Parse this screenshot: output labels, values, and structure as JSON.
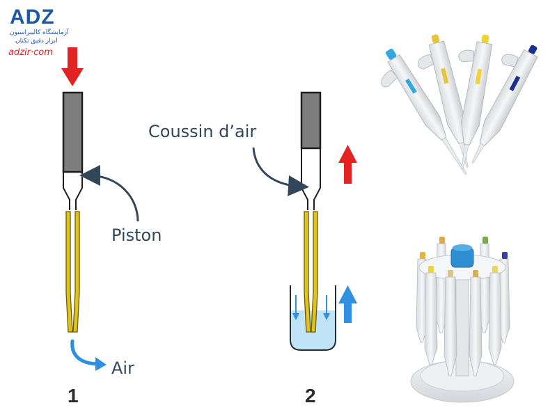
{
  "logo": {
    "mark": "ADZ",
    "farsi_line1": "آزمایشگاه کالیبراسیون",
    "farsi_line2": "ابزار دقیق تکنان",
    "site": "adzir·com"
  },
  "diagram": {
    "label_piston": "Piston",
    "label_air": "Air",
    "label_air_cushion": "Coussin d’air",
    "step_1": "1",
    "step_2": "2"
  },
  "colors": {
    "down_arrow": "#e32222",
    "up_arrow": "#e32222",
    "liquid_arrow": "#2f8fe0",
    "tip_gold": "#e2c21c",
    "piston_gray": "#7d7d7d",
    "liquid": "#bfe3f7",
    "label_ink": "#33475b",
    "logo_blue": "#1c5aa8"
  },
  "photos": {
    "top_pipettes": {
      "button_colors": [
        "#33a7e0",
        "#e7c53a",
        "#f0d23a",
        "#1b2f8f"
      ]
    },
    "bottom_rack": {
      "center_knob_color": "#2d8fd1"
    }
  }
}
